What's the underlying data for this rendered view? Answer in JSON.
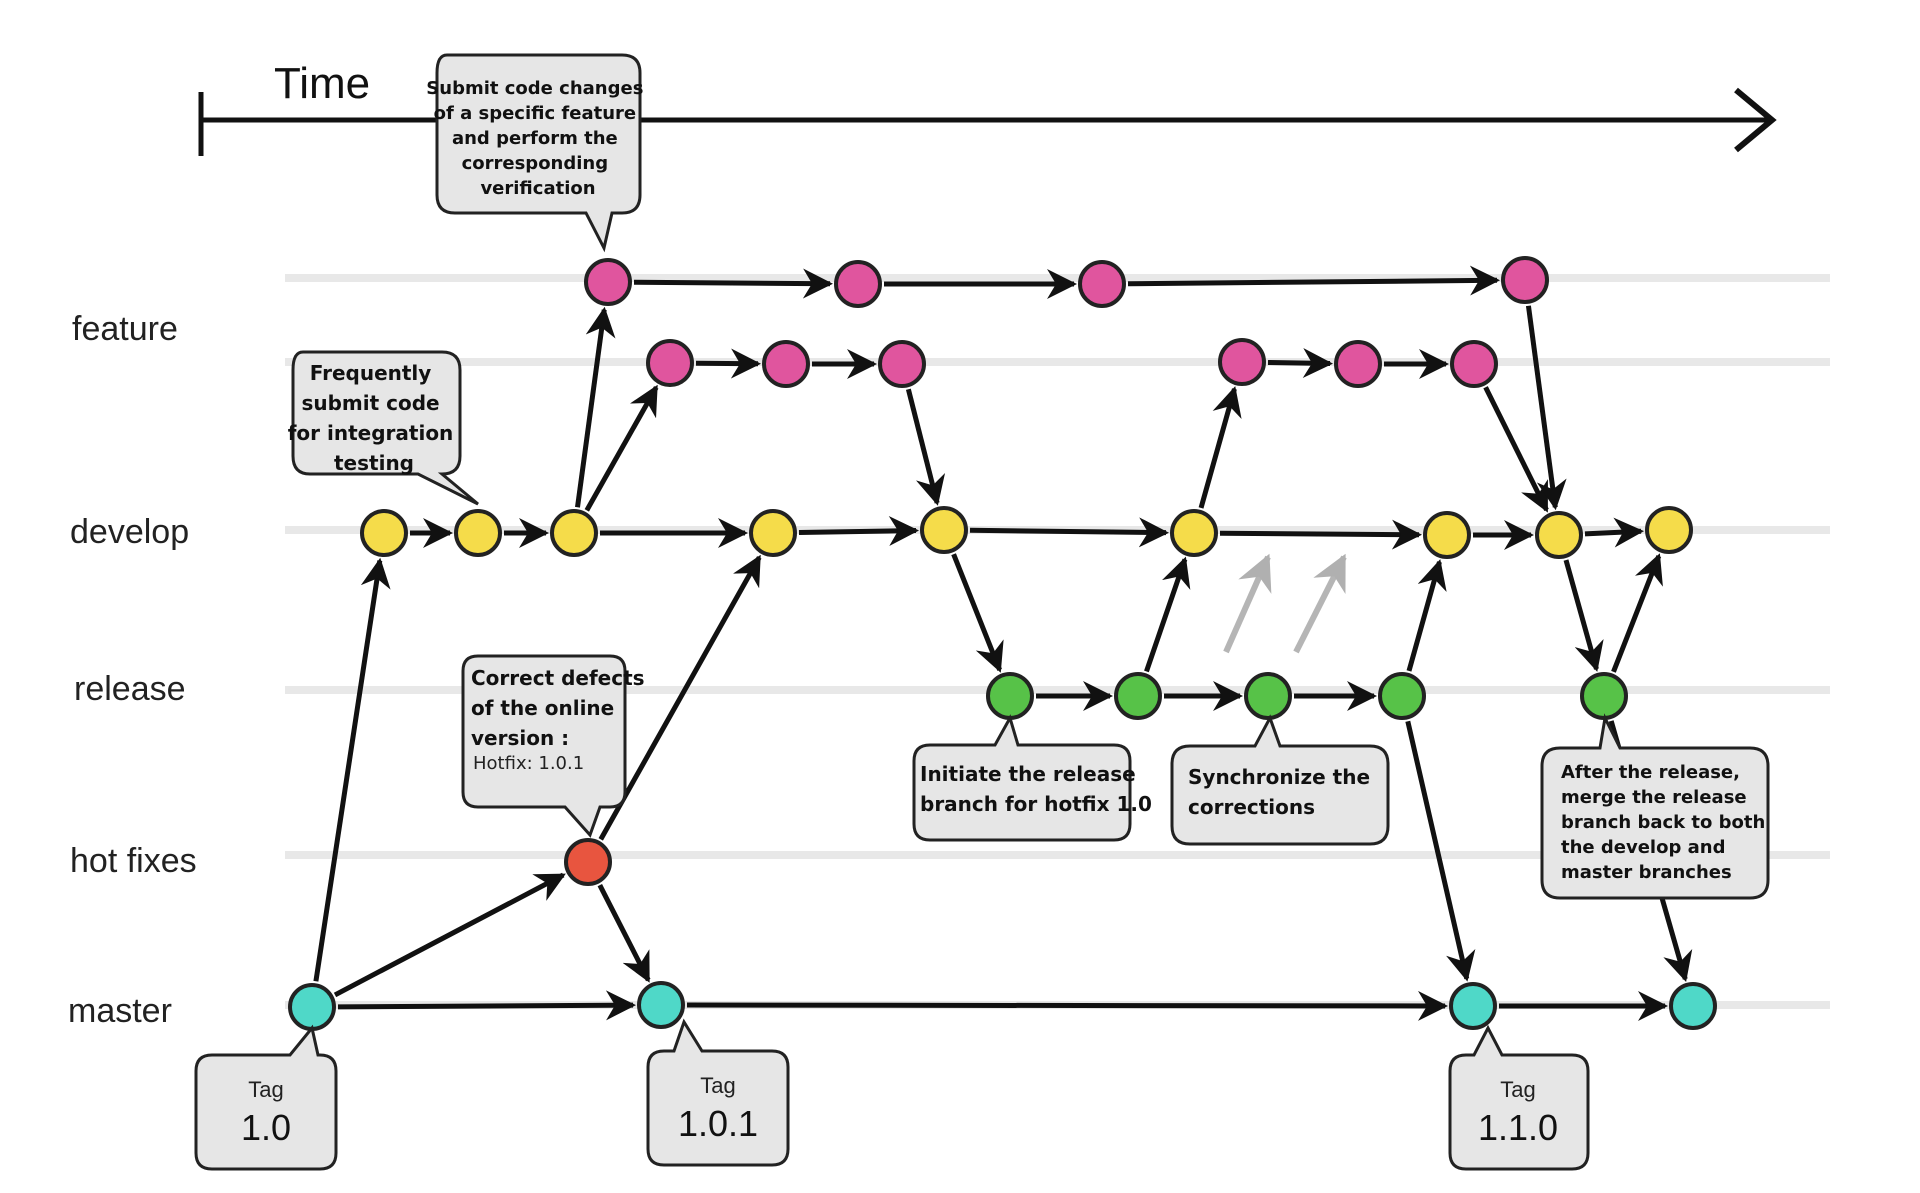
{
  "time_label": "Time",
  "colors": {
    "feature": "#e0559e",
    "develop": "#f5dc4a",
    "release": "#57c248",
    "hotfix": "#e8553f",
    "master": "#4fd8c8"
  },
  "lanes": [
    {
      "id": "feature",
      "label": "feature"
    },
    {
      "id": "develop",
      "label": "develop"
    },
    {
      "id": "release",
      "label": "release"
    },
    {
      "id": "hotfix",
      "label": "hot fixes"
    },
    {
      "id": "master",
      "label": "master"
    }
  ],
  "callouts": {
    "submit_feature": [
      "Submit code changes",
      "of a specific feature",
      "and perform the",
      "corresponding",
      "verification"
    ],
    "frequent": [
      "Frequently",
      "submit code",
      "for integration",
      "testing"
    ],
    "correct": [
      "Correct defects",
      "of the online",
      "version :"
    ],
    "correct_sub": "Hotfix: 1.0.1",
    "initiate": [
      "Initiate the release",
      "branch for hotfix 1.0"
    ],
    "sync": [
      "Synchronize the",
      "corrections"
    ],
    "after": [
      "After the release,",
      "merge the release",
      "branch back to both",
      "the develop and",
      "master branches"
    ]
  },
  "tags": [
    {
      "small": "Tag",
      "big": "1.0"
    },
    {
      "small": "Tag",
      "big": "1.0.1"
    },
    {
      "small": "Tag",
      "big": "1.1.0"
    }
  ]
}
